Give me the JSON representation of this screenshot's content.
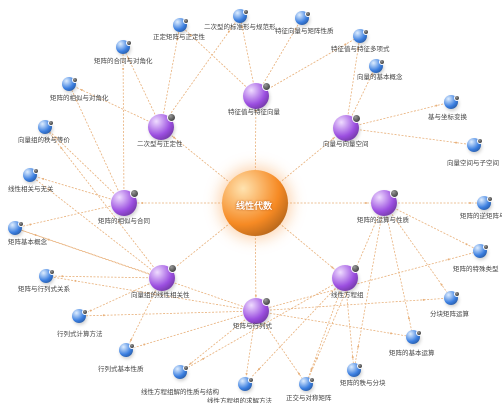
{
  "diagram": {
    "center": {
      "label": "线性代数"
    },
    "colors": {
      "center": "#f68a24",
      "hub": "#9b4ee0",
      "leaf": "#3a7ee0",
      "edge": "#e8b07a",
      "badge": "#555555"
    },
    "hubs": [
      {
        "id": "h1",
        "label": "特征值与特征向量"
      },
      {
        "id": "h2",
        "label": "二次型与正定性"
      },
      {
        "id": "h3",
        "label": "向量与向量空间"
      },
      {
        "id": "h4",
        "label": "矩阵的相似与合同"
      },
      {
        "id": "h5",
        "label": "矩阵的运算与性质"
      },
      {
        "id": "h6",
        "label": "向量组的线性相关性"
      },
      {
        "id": "h7",
        "label": "线性方程组"
      },
      {
        "id": "h8",
        "label": "矩阵与行列式"
      }
    ],
    "leaves": [
      {
        "id": "l1",
        "label": "二次型的标准形与规范形"
      },
      {
        "id": "l2",
        "label": "特征向量与矩阵性质"
      },
      {
        "id": "l3",
        "label": "正定矩阵与正定性"
      },
      {
        "id": "l4",
        "label": "特征值与特征多项式"
      },
      {
        "id": "l5",
        "label": "矩阵的合同与对角化"
      },
      {
        "id": "l6",
        "label": "矩阵的相似与对角化"
      },
      {
        "id": "l7",
        "label": "向量的基本概念"
      },
      {
        "id": "l8",
        "label": "基与坐标变换"
      },
      {
        "id": "l9",
        "label": "向量空间与子空间"
      },
      {
        "id": "l10",
        "label": "向量组的秩与等价"
      },
      {
        "id": "l11",
        "label": "线性相关与无关"
      },
      {
        "id": "l12",
        "label": "矩阵基本概念"
      },
      {
        "id": "l13",
        "label": "矩阵与行列式关系"
      },
      {
        "id": "l14",
        "label": "行列式计算方法"
      },
      {
        "id": "l15",
        "label": "行列式基本性质"
      },
      {
        "id": "l16",
        "label": "线性方程组解的性质与结构"
      },
      {
        "id": "l17",
        "label": "线性方程组的求解方法"
      },
      {
        "id": "l18",
        "label": "正交与对称矩阵"
      },
      {
        "id": "l19",
        "label": "矩阵的秩与分块"
      },
      {
        "id": "l20",
        "label": "矩阵的基本运算"
      },
      {
        "id": "l21",
        "label": "分块矩阵运算"
      },
      {
        "id": "l22",
        "label": "矩阵的特殊类型"
      },
      {
        "id": "l23",
        "label": "矩阵的逆矩阵与性质"
      }
    ],
    "edges": [
      [
        "center",
        "h1"
      ],
      [
        "center",
        "h2"
      ],
      [
        "center",
        "h3"
      ],
      [
        "center",
        "h4"
      ],
      [
        "center",
        "h5"
      ],
      [
        "center",
        "h6"
      ],
      [
        "center",
        "h7"
      ],
      [
        "center",
        "h8"
      ],
      [
        "h1",
        "l2"
      ],
      [
        "h1",
        "l4"
      ],
      [
        "h1",
        "l1"
      ],
      [
        "h1",
        "l3"
      ],
      [
        "h2",
        "l1"
      ],
      [
        "h2",
        "l3"
      ],
      [
        "h2",
        "l5"
      ],
      [
        "h2",
        "l6"
      ],
      [
        "h3",
        "l7"
      ],
      [
        "h3",
        "l8"
      ],
      [
        "h3",
        "l9"
      ],
      [
        "h3",
        "l4"
      ],
      [
        "h4",
        "l5"
      ],
      [
        "h4",
        "l6"
      ],
      [
        "h4",
        "l10"
      ],
      [
        "h4",
        "l11"
      ],
      [
        "h4",
        "l12"
      ],
      [
        "h5",
        "l23"
      ],
      [
        "h5",
        "l22"
      ],
      [
        "h5",
        "l21"
      ],
      [
        "h5",
        "l20"
      ],
      [
        "h5",
        "l19"
      ],
      [
        "h5",
        "l18"
      ],
      [
        "h6",
        "l10"
      ],
      [
        "h6",
        "l11"
      ],
      [
        "h6",
        "l12"
      ],
      [
        "h6",
        "l13"
      ],
      [
        "h6",
        "l14"
      ],
      [
        "h6",
        "l15"
      ],
      [
        "h7",
        "l16"
      ],
      [
        "h7",
        "l17"
      ],
      [
        "h7",
        "l18"
      ],
      [
        "h7",
        "l19"
      ],
      [
        "h8",
        "l12"
      ],
      [
        "h8",
        "l13"
      ],
      [
        "h8",
        "l14"
      ],
      [
        "h8",
        "l15"
      ],
      [
        "h8",
        "l16"
      ],
      [
        "h8",
        "l17"
      ],
      [
        "h8",
        "l18"
      ],
      [
        "h8",
        "l20"
      ],
      [
        "h8",
        "l21"
      ],
      [
        "h8",
        "l22"
      ]
    ]
  }
}
